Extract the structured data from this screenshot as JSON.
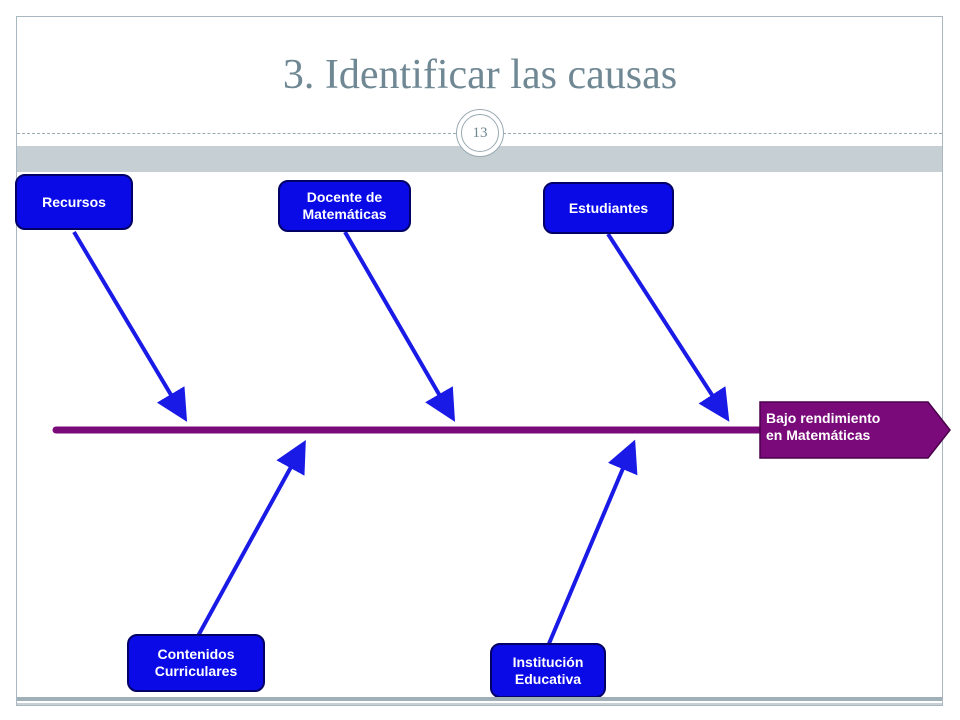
{
  "slide": {
    "title": "3. Identificar las causas",
    "page_number": "13"
  },
  "diagram": {
    "effect": "Bajo rendimiento\nen Matemáticas",
    "causes_top": [
      "Recursos",
      "Docente de\nMatemáticas",
      "Estudiantes"
    ],
    "causes_bottom": [
      "Contenidos\nCurriculares",
      "Institución\nEducativa"
    ],
    "colors": {
      "spine": "#7a0a7a",
      "effect_box": "#7a0a7a",
      "cause_box": "#0a0ae6",
      "arrows": "#1a1ae6"
    }
  }
}
